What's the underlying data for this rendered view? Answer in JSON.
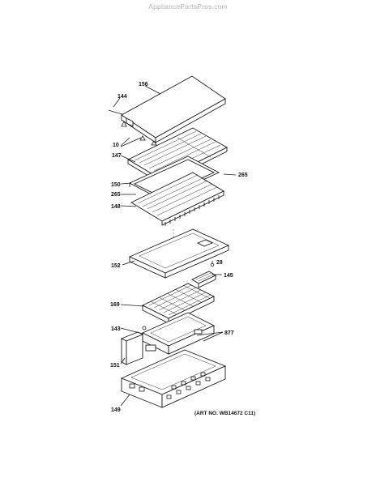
{
  "watermark": "AppliancePartsPros.com",
  "art_number": "(ART NO. WB14672 C11)",
  "callouts": {
    "c156": "156",
    "c144": "144",
    "c10": "10",
    "c147": "147",
    "c265a": "265",
    "c150": "150",
    "c265b": "265",
    "c148": "148",
    "c152": "152",
    "c28": "28",
    "c145": "145",
    "c169": "169",
    "c143": "143",
    "c877": "877",
    "c151": "151",
    "c149": "149"
  }
}
